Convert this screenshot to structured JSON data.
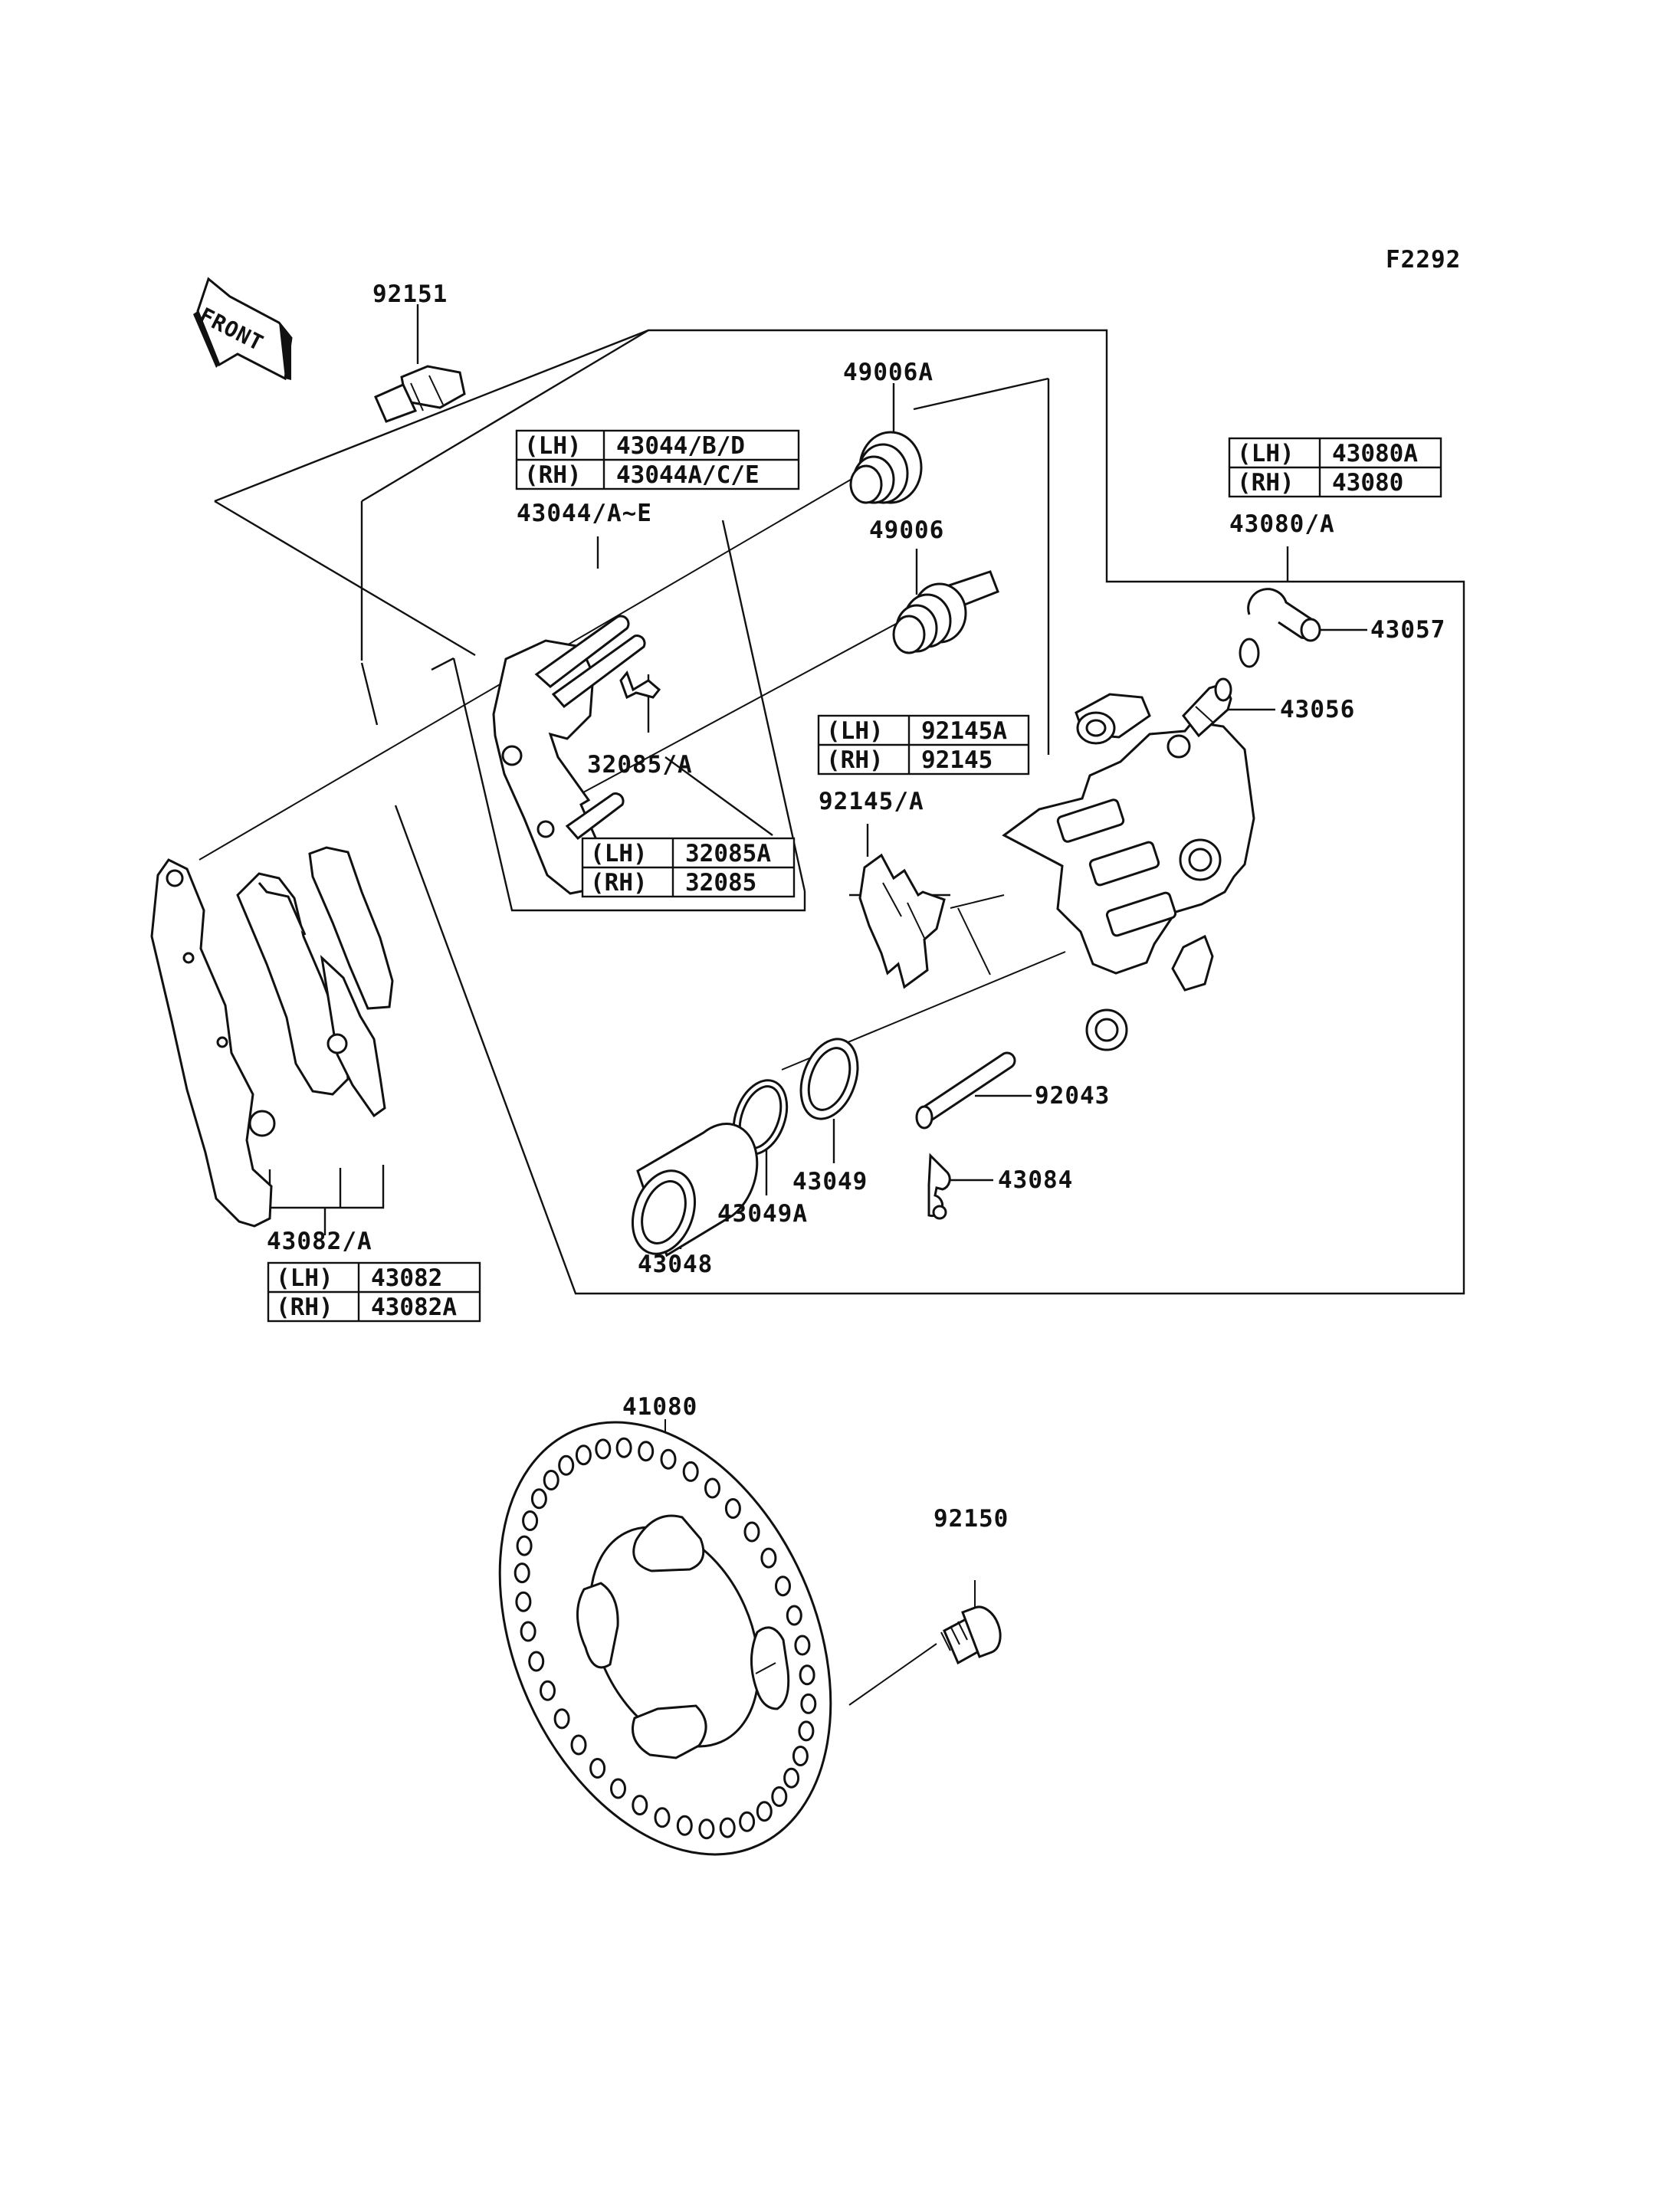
{
  "figure_code": "F2292",
  "front_arrow": {
    "label": "FRONT",
    "icon": "front-direction-arrow-icon"
  },
  "labels": {
    "p92151": "92151",
    "p49006A": "49006A",
    "p43044": "43044/A~E",
    "p49006": "49006",
    "p32085": "32085/A",
    "p43080": "43080/A",
    "p43057": "43057",
    "p43056": "43056",
    "p92145": "92145/A",
    "p92043": "92043",
    "p43049": "43049",
    "p43084": "43084",
    "p43049A": "43049A",
    "p43048": "43048",
    "p43082": "43082/A",
    "p41080": "41080",
    "p92150": "92150"
  },
  "tables": {
    "t43044": {
      "rows": [
        {
          "side": "(LH)",
          "part": "43044/B/D"
        },
        {
          "side": "(RH)",
          "part": "43044A/C/E"
        }
      ]
    },
    "t43080": {
      "rows": [
        {
          "side": "(LH)",
          "part": "43080A"
        },
        {
          "side": "(RH)",
          "part": "43080"
        }
      ]
    },
    "t92145": {
      "rows": [
        {
          "side": "(LH)",
          "part": "92145A"
        },
        {
          "side": "(RH)",
          "part": "92145"
        }
      ]
    },
    "t32085": {
      "rows": [
        {
          "side": "(LH)",
          "part": "32085A"
        },
        {
          "side": "(RH)",
          "part": "32085"
        }
      ]
    },
    "t43082": {
      "rows": [
        {
          "side": "(LH)",
          "part": "43082"
        },
        {
          "side": "(RH)",
          "part": "43082A"
        }
      ]
    }
  }
}
